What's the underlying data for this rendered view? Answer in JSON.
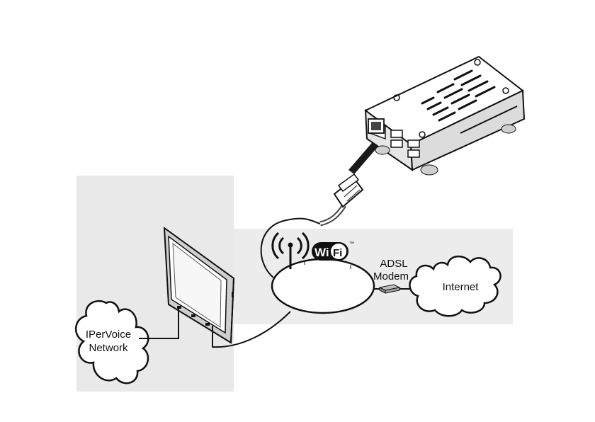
{
  "labels": {
    "iper_line1": "IPerVoice",
    "iper_line2": "Network",
    "adsl_line1": "ADSL",
    "adsl_line2": "Modem",
    "internet": "Internet",
    "wifi_left": "Wi",
    "wifi_right": "Fi",
    "trademark": "™"
  },
  "colors": {
    "ink": "#111111",
    "panel_grey": "#e9e9e9",
    "device_grey": "#d6d6d6",
    "arrow": "#1a1a1a"
  },
  "icons": {
    "antenna": "wireless-antenna-icon",
    "wifi": "wifi-logo-icon",
    "modem": "modem-icon",
    "computer": "mini-pc-icon",
    "connector": "rj45-connector-icon",
    "touch_panel": "touch-panel-icon"
  }
}
